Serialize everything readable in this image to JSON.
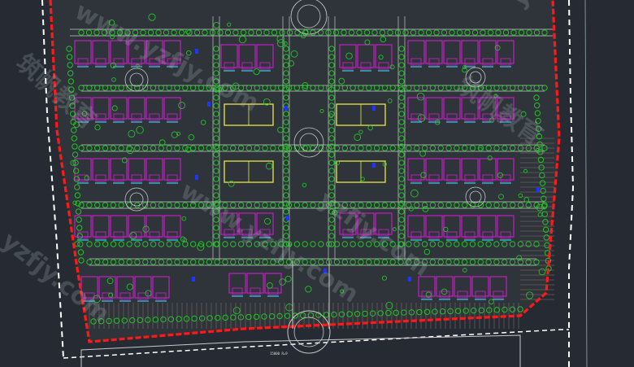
{
  "drawing": {
    "road_label": "15000 R=9",
    "colors": {
      "background": "#262b33",
      "site_boundary": "#ff1a1a",
      "property_line": "#ffffff",
      "building_outline": "#c21fc2",
      "tree": "#25c12a",
      "road_edge": "#c7c7c7",
      "paving": "#8a7070",
      "highlight_block": "#e8e84a",
      "marker": "#1e36ff"
    }
  },
  "watermarks": [
    "www.yzfjy.com",
    "筑帆教育",
    "yzfjy.com",
    "www.yzfjy.com",
    "筑帆教育",
    "yzfjy.com",
    "yzfjy.com"
  ]
}
